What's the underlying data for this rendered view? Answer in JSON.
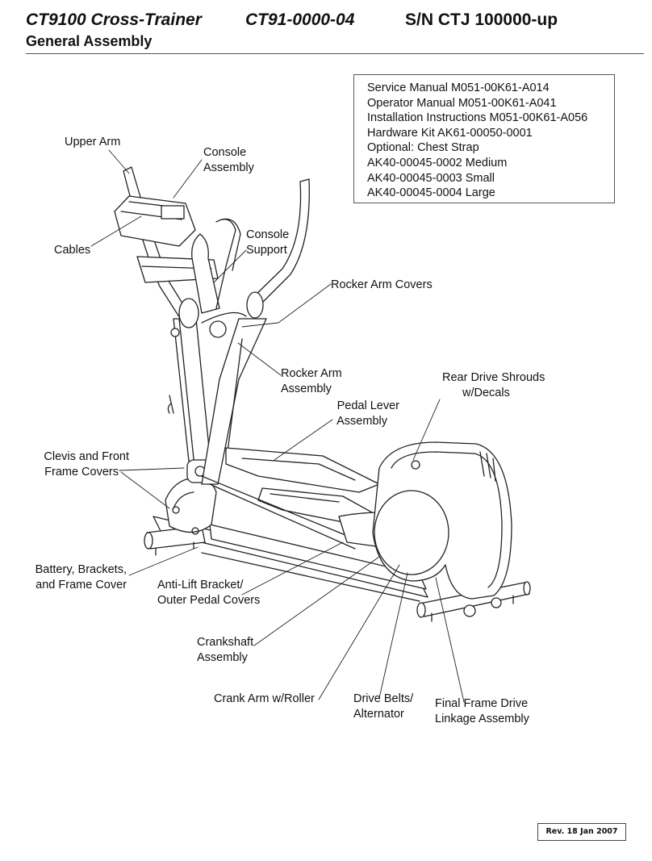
{
  "header": {
    "model": "CT9100 Cross-Trainer",
    "part_number": "CT91-0000-04",
    "serial": "S/N CTJ 100000-up",
    "subtitle": "General Assembly"
  },
  "info_box": [
    "Service Manual M051-00K61-A014",
    "Operator Manual M051-00K61-A041",
    "Installation Instructions M051-00K61-A056",
    "Hardware Kit AK61-00050-0001",
    "Optional: Chest Strap",
    "AK40-00045-0002 Medium",
    "AK40-00045-0003 Small",
    "AK40-00045-0004 Large"
  ],
  "callouts": {
    "upper_arm": "Upper Arm",
    "console_assembly": [
      "Console",
      "Assembly"
    ],
    "cables": "Cables",
    "console_support": [
      "Console",
      "Support"
    ],
    "rocker_arm_covers": "Rocker Arm Covers",
    "rocker_arm_assembly": [
      "Rocker Arm",
      "Assembly"
    ],
    "rear_drive_shrouds": [
      "Rear Drive Shrouds",
      "w/Decals"
    ],
    "pedal_lever_assembly": [
      "Pedal Lever",
      "Assembly"
    ],
    "clevis_front_frame_covers": [
      "Clevis and Front",
      "Frame Covers"
    ],
    "battery_brackets": [
      "Battery, Brackets,",
      "and Frame Cover"
    ],
    "anti_lift_bracket": [
      "Anti-Lift Bracket/",
      "Outer Pedal Covers"
    ],
    "crankshaft_assembly": [
      "Crankshaft",
      "Assembly"
    ],
    "crank_arm": "Crank Arm w/Roller",
    "drive_belts": [
      "Drive Belts/",
      "Alternator"
    ],
    "final_frame_drive": [
      "Final Frame Drive",
      "Linkage Assembly"
    ]
  },
  "revision": "Rev. 18 Jan 2007"
}
